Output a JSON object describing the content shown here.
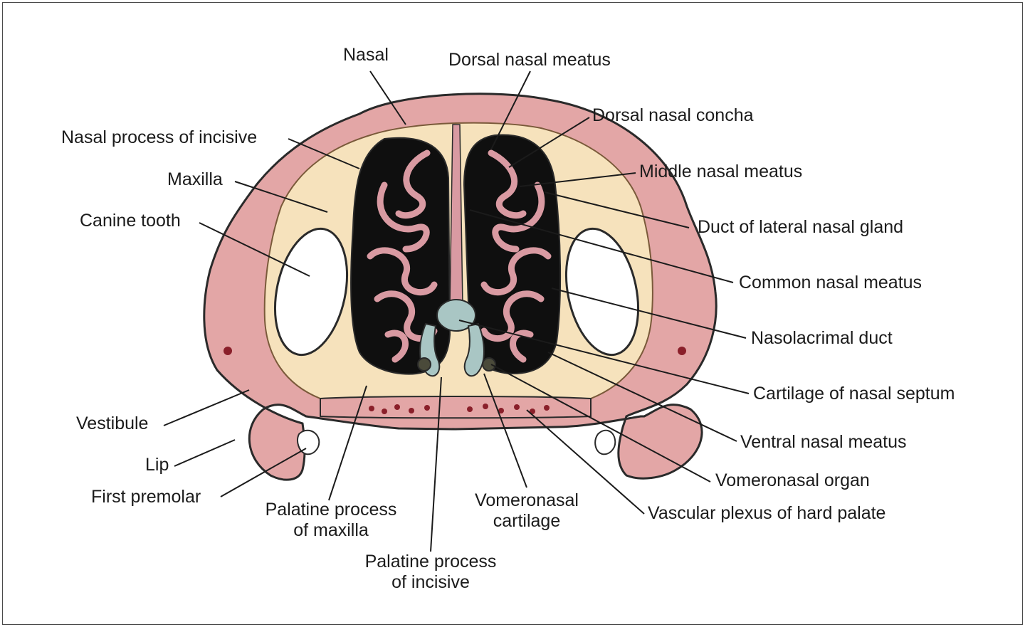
{
  "colors": {
    "soft_tissue": "#e3a6a6",
    "soft_tissue_dark": "#9c4d4d",
    "bone": "#f6e2bc",
    "cavity": "#0f0f0f",
    "mucosa": "#d99aa2",
    "cartilage": "#a9c6c4",
    "tooth": "#ffffff",
    "outline": "#2a2a2a"
  },
  "labels": {
    "nasal": "Nasal",
    "dorsal_nasal_meatus": "Dorsal nasal meatus",
    "dorsal_nasal_concha": "Dorsal nasal concha",
    "nasal_process_of_incisive": "Nasal process of incisive",
    "middle_nasal_meatus": "Middle nasal meatus",
    "maxilla": "Maxilla",
    "duct_of_lateral_nasal_gland": "Duct of lateral nasal gland",
    "canine_tooth": "Canine tooth",
    "common_nasal_meatus": "Common nasal meatus",
    "nasolacrimal_duct": "Nasolacrimal duct",
    "cartilage_of_nasal_septum": "Cartilage of nasal septum",
    "vestibule": "Vestibule",
    "ventral_nasal_meatus": "Ventral nasal meatus",
    "lip": "Lip",
    "vomeronasal_organ": "Vomeronasal organ",
    "first_premolar": "First premolar",
    "vascular_plexus_of_hard_palate": "Vascular plexus of hard palate",
    "palatine_process_of_maxilla_1": "Palatine process",
    "palatine_process_of_maxilla_2": "of maxilla",
    "vomeronasal_cartilage_1": "Vomeronasal",
    "vomeronasal_cartilage_2": "cartilage",
    "palatine_process_of_incisive_1": "Palatine process",
    "palatine_process_of_incisive_2": "of incisive"
  }
}
